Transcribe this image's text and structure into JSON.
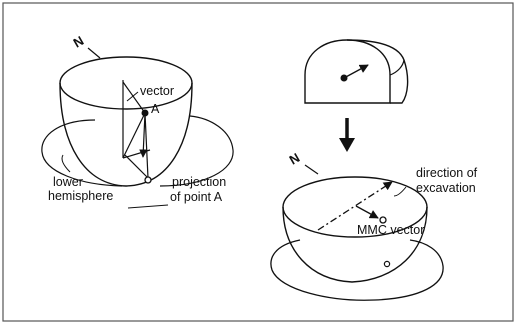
{
  "left_diagram": {
    "north_label": "N",
    "vector_label": "vector",
    "point_label": "A",
    "lower_hemisphere_label_line1": "lower",
    "lower_hemisphere_label_line2": "hemisphere",
    "projection_label_line1": "projection",
    "projection_label_line2": "of point A"
  },
  "right_diagram": {
    "north_label": "N",
    "direction_label_line1": "direction of",
    "direction_label_line2": "excavation",
    "mmc_label": "MMC vector"
  },
  "colors": {
    "ink": "#111111",
    "frame": "#555555"
  }
}
